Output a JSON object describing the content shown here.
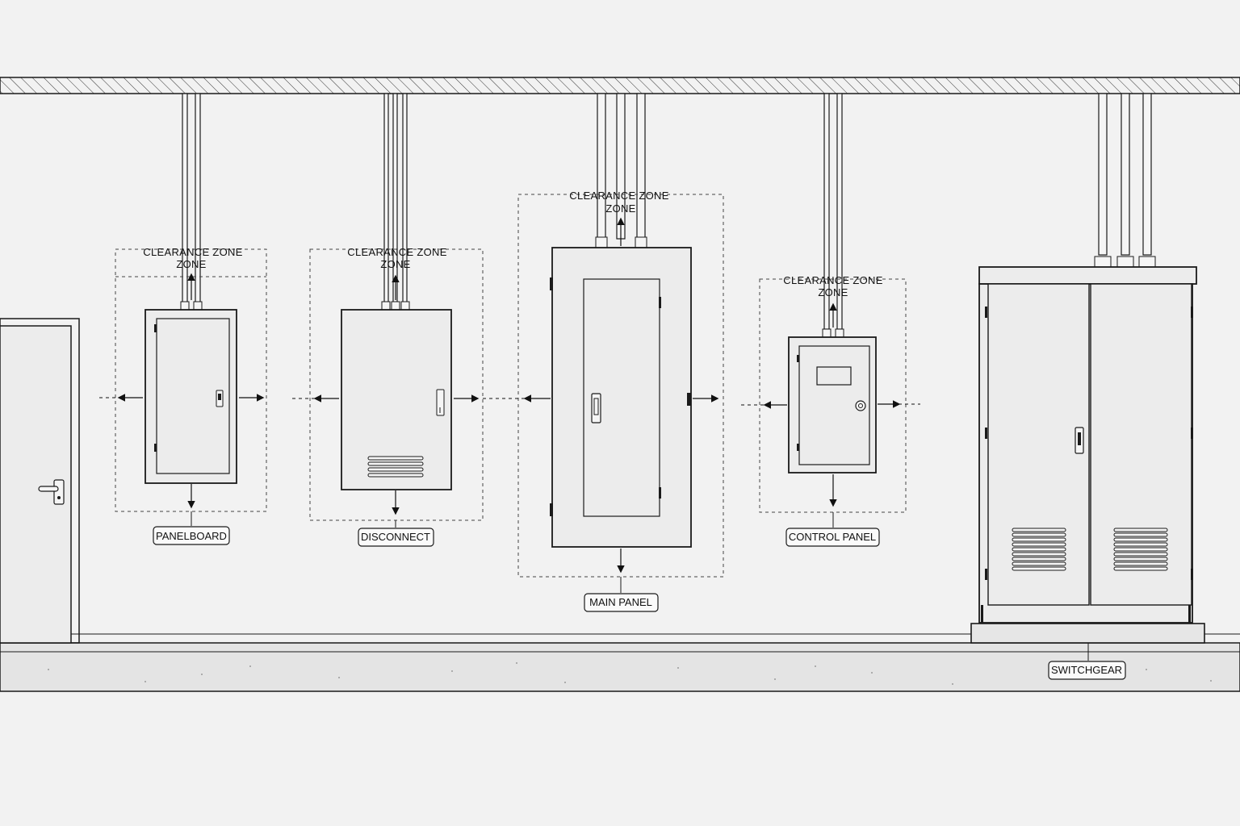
{
  "labels": {
    "panelboard": "PANELBOARD",
    "disconnect": "DISCONNECT",
    "main_panel": "MAIN PANEL",
    "control_panel": "CONTROL PANEL",
    "switchgear": "SWITCHGEAR"
  },
  "clearance_zones": {
    "panelboard": {
      "line1": "CLEARANCE ZONE",
      "line2": "ZONE"
    },
    "disconnect": {
      "line1": "CLEARANCE ZONE",
      "line2": "ZONE"
    },
    "main_panel": {
      "line1": "CLEARANCE ZONE",
      "line2": "ZONE"
    },
    "control_panel": {
      "line1": "CLEARANCE ZONE",
      "line2": "ZONE"
    }
  },
  "colors": {
    "background": "#f2f2f2",
    "line": "#1a1a1a",
    "fill": "#ececec",
    "floor": "#e4e4e4"
  }
}
